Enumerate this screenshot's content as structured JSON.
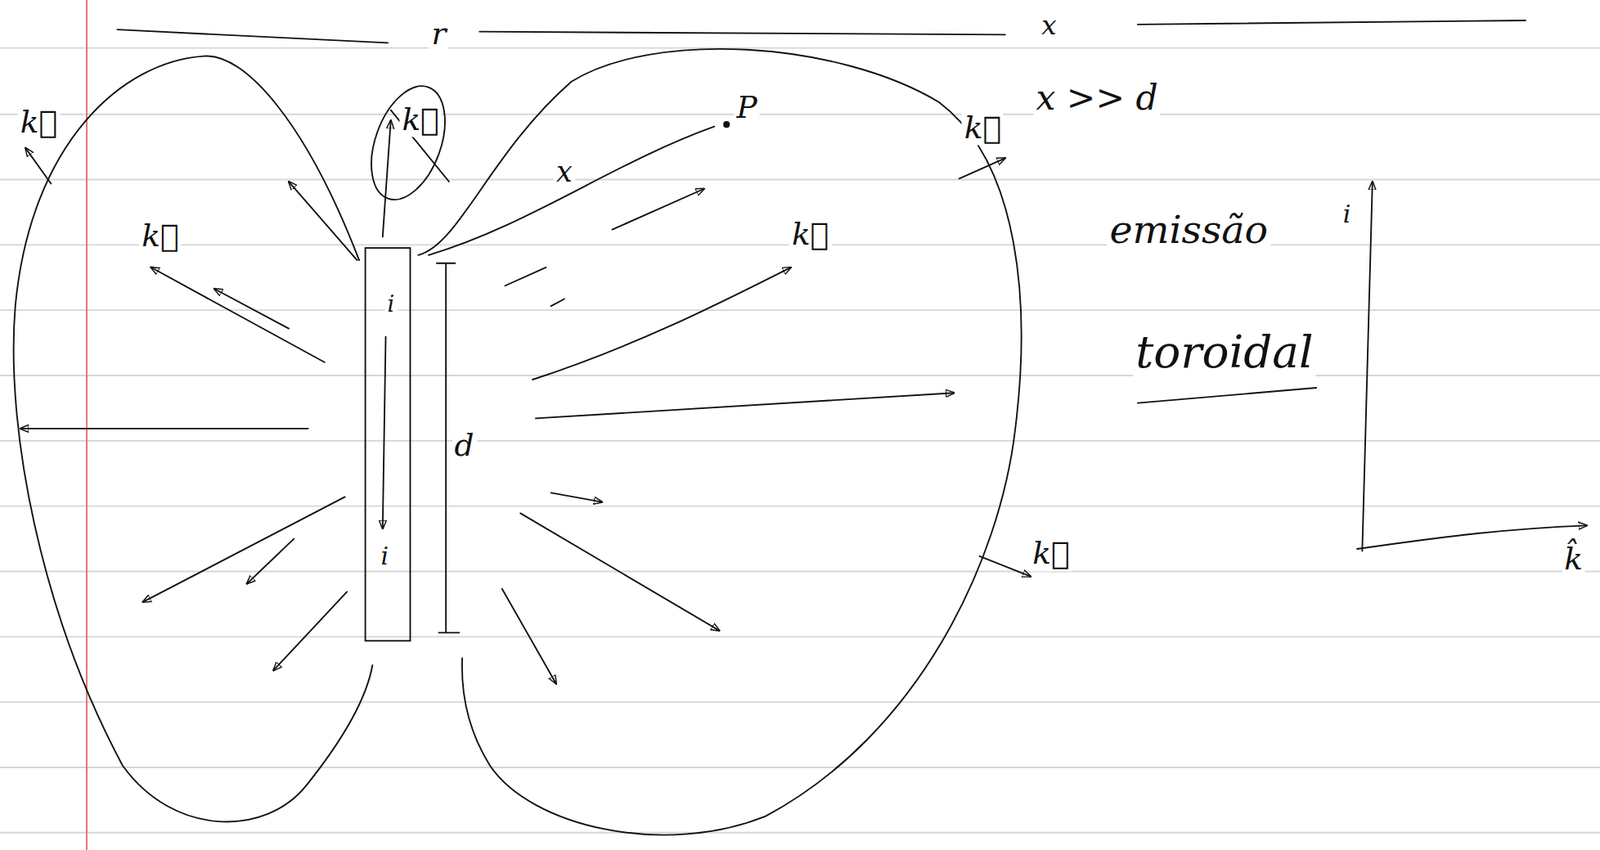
{
  "diagram": {
    "labels": [
      "r",
      "x",
      "k⃗",
      "k⃗",
      "P",
      "x",
      "x >> d",
      "k⃗",
      "k⃗",
      "k⃗",
      "i",
      "emissão",
      "toroidal",
      "i",
      "d",
      "i",
      "k⃗",
      "k̂"
    ]
  }
}
